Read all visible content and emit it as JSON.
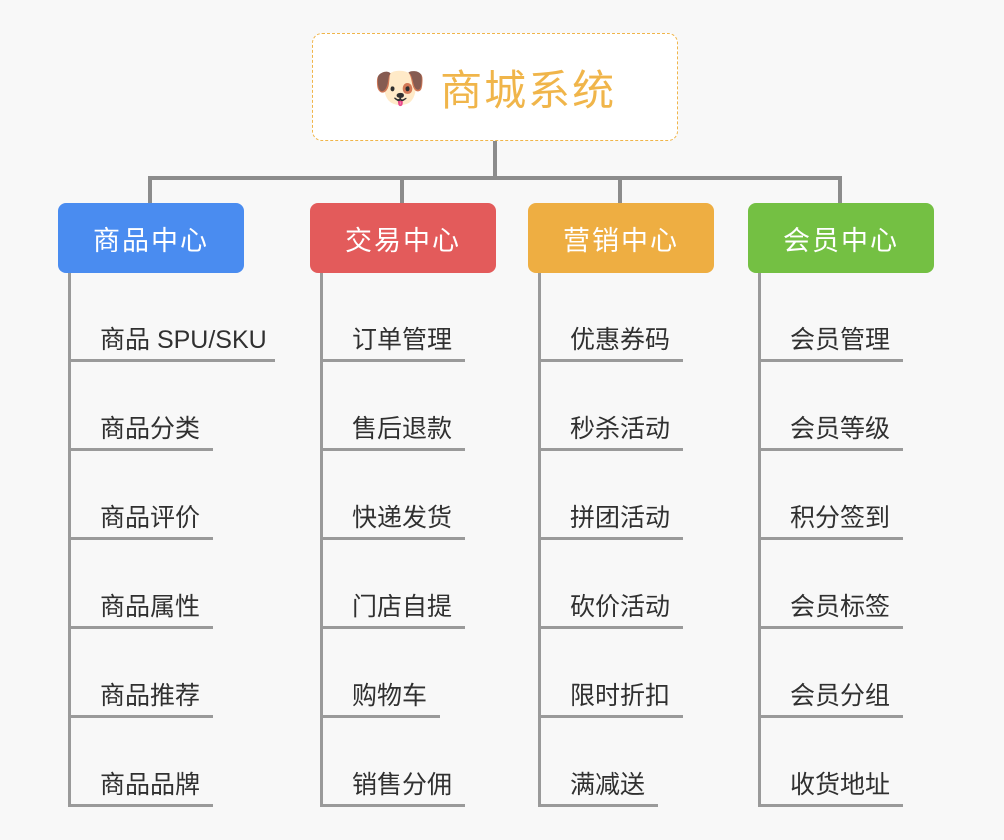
{
  "page": {
    "background_color": "#f8f8f8",
    "line_color": "#8c8c8c"
  },
  "root": {
    "icon": "shiba-dog-face-emoji",
    "emoji": "🐶",
    "title": "商城系统",
    "text_color": "#f0b54a",
    "border_color": "#f0b54a"
  },
  "columns": [
    {
      "label": "商品中心",
      "color": "#4a8cf0",
      "items": [
        "商品 SPU/SKU",
        "商品分类",
        "商品评价",
        "商品属性",
        "商品推荐",
        "商品品牌"
      ]
    },
    {
      "label": "交易中心",
      "color": "#e35b5b",
      "items": [
        "订单管理",
        "售后退款",
        "快递发货",
        "门店自提",
        "购物车",
        "销售分佣"
      ]
    },
    {
      "label": "营销中心",
      "color": "#eeae42",
      "items": [
        "优惠券码",
        "秒杀活动",
        "拼团活动",
        "砍价活动",
        "限时折扣",
        "满减送"
      ]
    },
    {
      "label": "会员中心",
      "color": "#74c043",
      "items": [
        "会员管理",
        "会员等级",
        "积分签到",
        "会员标签",
        "会员分组",
        "收货地址"
      ]
    }
  ]
}
